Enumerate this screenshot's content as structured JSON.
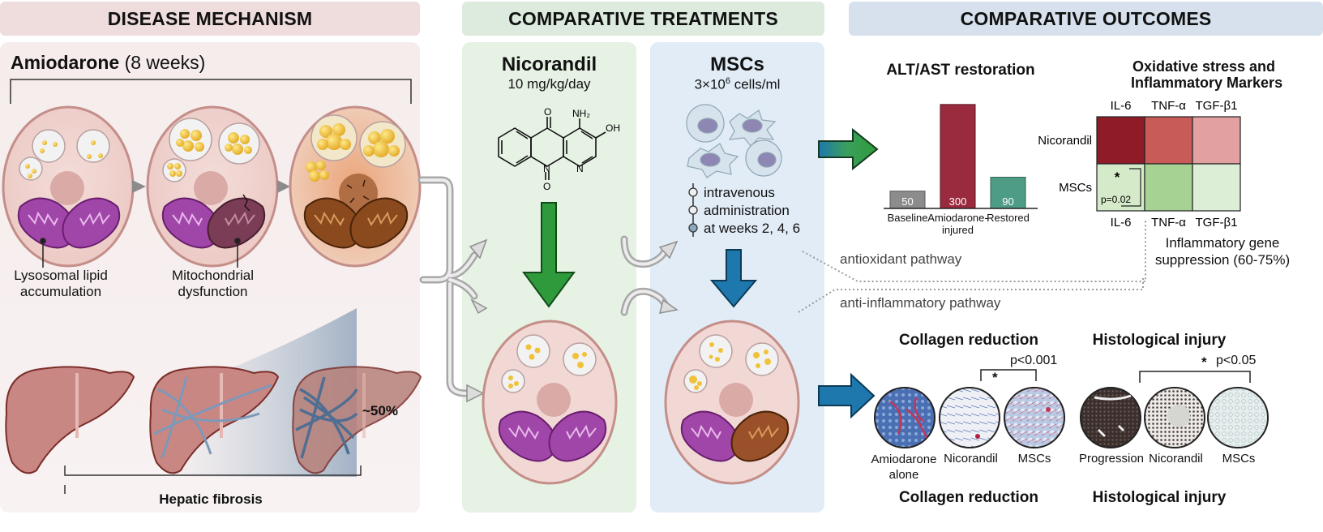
{
  "headers": {
    "disease": "DISEASE MECHANISM",
    "treatments": "COMPARATIVE TREATMENTS",
    "outcomes": "COMPARATIVE OUTCOMES"
  },
  "colors": {
    "disease_header": "#efdcdc",
    "treat_header": "#dcebdd",
    "outcome_header": "#d7e1ee",
    "disease_panel": "#f7eeee",
    "nicorandil_panel": "#e6f2e4",
    "msc_panel": "#e1ecf6",
    "green_arrow": "#2f9a3c",
    "blue_arrow": "#1f78ad",
    "injured_bar": "#9a2a3e",
    "baseline_bar": "#8c8c8c",
    "restored_bar": "#4f9c86"
  },
  "disease": {
    "drug": "Amiodarone",
    "duration": "(8 weeks)",
    "label_lysosomal_1": "Lysosomal lipid",
    "label_lysosomal_2": "accumulation",
    "label_mito_1": "Mitochondrial",
    "label_mito_2": "dysfunction",
    "fibrosis_percent": "~50%",
    "fibrosis_label": "Hepatic fibrosis"
  },
  "nicorandil": {
    "title": "Nicorandil",
    "dose": "10 mg/kg/day",
    "chem_o": "O",
    "chem_nh2": "NH₂",
    "chem_oh": "OH",
    "chem_n1": "N",
    "chem_n2": "N",
    "chem_o2": "O"
  },
  "msc": {
    "title": "MSCs",
    "dose_prefix": "3×10",
    "dose_exp": "6",
    "dose_suffix": " cells/ml",
    "timeline": [
      "intravenous",
      "administration",
      "at weeks 2, 4, 6"
    ]
  },
  "pathways": {
    "antioxidant": "antioxidant pathway",
    "anti_inflammatory": "anti-inflammatory pathway"
  },
  "chart_data": [
    {
      "type": "bar",
      "title": "ALT/AST restoration",
      "categories": [
        "Baseline",
        "Amiodarone-injured",
        "Restored"
      ],
      "category_lines": [
        [
          "Baseline"
        ],
        [
          "Amiodarone-",
          "injured"
        ],
        [
          "Restored"
        ]
      ],
      "values": [
        50,
        300,
        90
      ],
      "data_labels": [
        "50",
        "300",
        "90"
      ],
      "ylim": [
        0,
        330
      ],
      "xlabel": "",
      "ylabel": ""
    },
    {
      "type": "heatmap",
      "title_lines": [
        "Oxidative stress and",
        "Inflammatory Markers"
      ],
      "columns": [
        "IL-6",
        "TNF-α",
        "TGF-β1"
      ],
      "rows": [
        "Nicorandil",
        "MSCs"
      ],
      "cell_colors": [
        [
          "#8e1b26",
          "#c85a58",
          "#e3a0a0"
        ],
        [
          "#d4eac8",
          "#a6d394",
          "#ddeed6"
        ]
      ],
      "annotation": {
        "row": 1,
        "col": 0,
        "star": "*",
        "p": "p=0.02"
      },
      "caption_lines": [
        "Inflammatory gene",
        "suppression (60-75%)"
      ]
    }
  ],
  "collagen": {
    "title": "Collagen reduction",
    "pvalue": "p<0.001",
    "star": "*",
    "items": [
      [
        "Amiodarone",
        "alone"
      ],
      [
        "Nicorandil"
      ],
      [
        "MSCs"
      ]
    ],
    "footer": "Collagen reduction"
  },
  "histology": {
    "title": "Histological injury",
    "pvalue": "p<0.05",
    "star": "*",
    "items": [
      "Progression",
      "Nicorandil",
      "MSCs"
    ],
    "footer": "Histological injury"
  }
}
